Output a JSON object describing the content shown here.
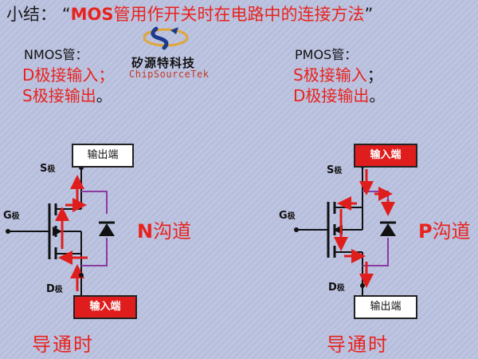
{
  "title": {
    "prefix": "小结：",
    "open_quote": "“",
    "mos": "MOS",
    "rest": "管用作开关时在电路中的连接方法",
    "close_quote": "”"
  },
  "logo": {
    "name": "矽源特科技",
    "sub": "ChipSourceTek"
  },
  "nmos": {
    "heading": "NMOS管：",
    "rule1": "D极接输入",
    "rule1_tail": "；",
    "rule2": "S极接输出",
    "rule2_tail": "。",
    "top_terminal": "输出端",
    "bottom_terminal": "输入端",
    "source_pin": "S",
    "drain_pin": "D",
    "gate_pin": "G",
    "pin_suffix": "极",
    "channel_letter": "N",
    "channel_word": "沟道",
    "state": "导通时"
  },
  "pmos": {
    "heading": "PMOS管：",
    "rule1": "S极接输入",
    "rule1_tail": "；",
    "rule2": "D极接输出",
    "rule2_tail": "。",
    "top_terminal": "输入端",
    "bottom_terminal": "输出端",
    "source_pin": "S",
    "drain_pin": "D",
    "gate_pin": "G",
    "pin_suffix": "极",
    "channel_letter": "P",
    "channel_word": "沟道",
    "state": "导通时"
  },
  "colors": {
    "accent_red": "#e8231e",
    "wire": "#111111",
    "body_diode_wire": "#8a3aa0",
    "background": "#b7bedd"
  }
}
